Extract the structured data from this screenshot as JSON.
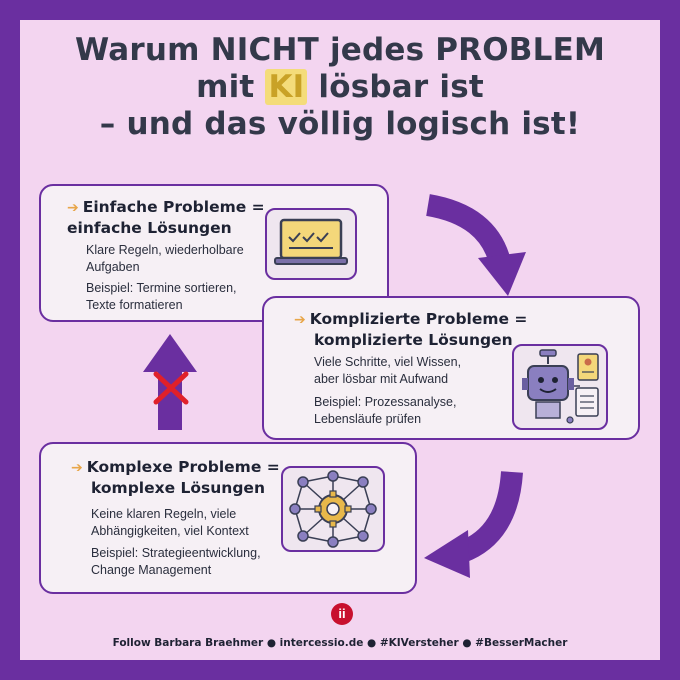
{
  "title": {
    "line1": "Warum NICHT jedes PROBLEM",
    "line2_pre": "mit",
    "line2_ki": "KI",
    "line2_post": "lösbar ist",
    "line3": "– und das völlig logisch ist!"
  },
  "cards": [
    {
      "head1": "Einfache Probleme =",
      "head2": "einfache Lösungen",
      "desc1": "Klare Regeln, wiederholbare",
      "desc2": "Aufgaben",
      "ex1": "Beispiel: Termine sortieren,",
      "ex2": "Texte formatieren",
      "icon": "laptop-checklist-icon"
    },
    {
      "head1": "Komplizierte Probleme =",
      "head2": "komplizierte Lösungen",
      "desc1": "Viele Schritte, viel Wissen,",
      "desc2": "aber lösbar mit Aufwand",
      "ex1": "Beispiel: Prozessanalyse,",
      "ex2": "Lebensläufe prüfen",
      "icon": "robot-documents-icon"
    },
    {
      "head1": "Komplexe Probleme =",
      "head2": "komplexe Lösungen",
      "desc1": "Keine klaren Regeln, viele",
      "desc2": "Abhängigkeiten, viel Kontext",
      "ex1": "Beispiel: Strategieentwicklung,",
      "ex2": "Change Management",
      "icon": "network-gear-icon"
    }
  ],
  "logo": "ii",
  "footer": "Follow Barbara Braehmer ● intercessio.de ● #KIVersteher ● #BesserMacher",
  "colors": {
    "frame": "#6a2fa0",
    "background": "#f3d5f0",
    "accent": "#e8a64a",
    "ki_highlight": "#c9a227",
    "cross": "#e0202a"
  }
}
